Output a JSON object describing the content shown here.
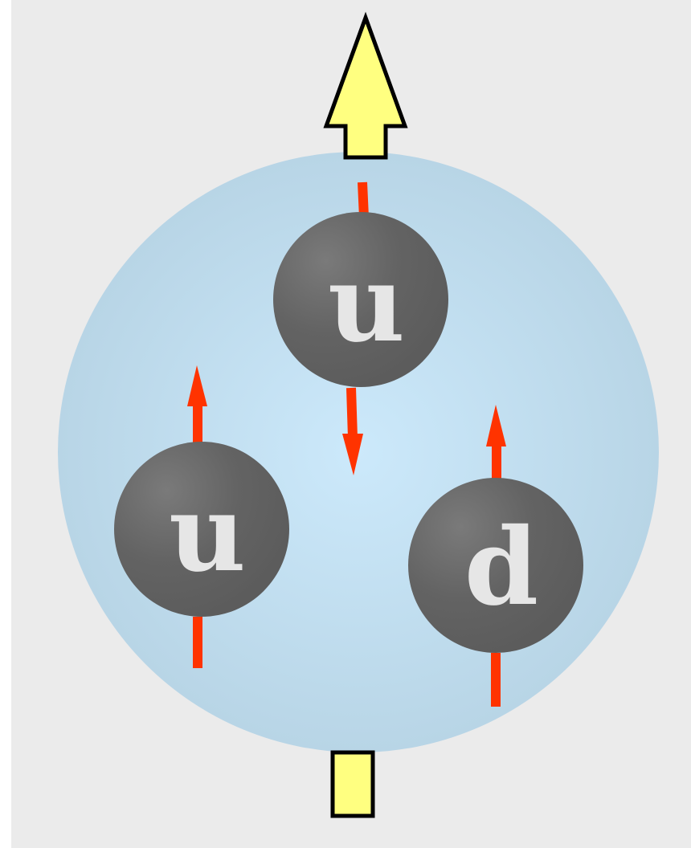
{
  "diagram": {
    "colors": {
      "frame": "#ebebeb",
      "sphere_center": "#cce9fb",
      "sphere_edge": "#b8d5e6",
      "quark": "#636363",
      "quark_highlight": "#7a7a7a",
      "label": "#e6e6e6",
      "spin_arrow": "#ff3300",
      "big_arrow_fill": "#ffff80",
      "big_arrow_stroke": "#000000"
    },
    "quarks": [
      {
        "label": "u",
        "spin": "down"
      },
      {
        "label": "u",
        "spin": "up"
      },
      {
        "label": "d",
        "spin": "up"
      }
    ],
    "overall_spin": "up"
  }
}
